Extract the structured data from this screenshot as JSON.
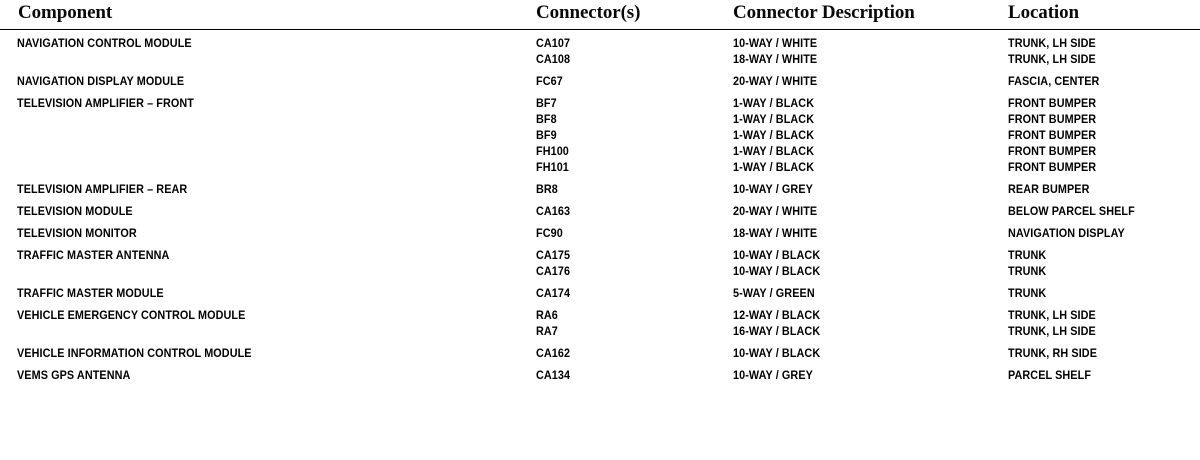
{
  "table": {
    "headers": {
      "component": "Component",
      "connector": "Connector(s)",
      "description": "Connector Description",
      "location": "Location"
    },
    "rows": [
      {
        "component": "NAVIGATION CONTROL MODULE",
        "connector": "CA107",
        "description": "10-WAY / WHITE",
        "location": "TRUNK, LH SIDE",
        "group_start": false
      },
      {
        "component": "",
        "connector": "CA108",
        "description": "18-WAY / WHITE",
        "location": "TRUNK, LH SIDE",
        "group_start": false
      },
      {
        "component": "NAVIGATION DISPLAY MODULE",
        "connector": "FC67",
        "description": "20-WAY / WHITE",
        "location": "FASCIA, CENTER",
        "group_start": true
      },
      {
        "component": "TELEVISION AMPLIFIER – FRONT",
        "connector": "BF7",
        "description": "1-WAY / BLACK",
        "location": "FRONT BUMPER",
        "group_start": true
      },
      {
        "component": "",
        "connector": "BF8",
        "description": "1-WAY / BLACK",
        "location": "FRONT BUMPER",
        "group_start": false
      },
      {
        "component": "",
        "connector": "BF9",
        "description": "1-WAY / BLACK",
        "location": "FRONT BUMPER",
        "group_start": false
      },
      {
        "component": "",
        "connector": "FH100",
        "description": "1-WAY / BLACK",
        "location": "FRONT BUMPER",
        "group_start": false
      },
      {
        "component": "",
        "connector": "FH101",
        "description": "1-WAY / BLACK",
        "location": "FRONT BUMPER",
        "group_start": false
      },
      {
        "component": "TELEVISION AMPLIFIER – REAR",
        "connector": "BR8",
        "description": "10-WAY / GREY",
        "location": "REAR BUMPER",
        "group_start": true
      },
      {
        "component": "TELEVISION MODULE",
        "connector": "CA163",
        "description": "20-WAY / WHITE",
        "location": "BELOW PARCEL SHELF",
        "group_start": true
      },
      {
        "component": "TELEVISION MONITOR",
        "connector": "FC90",
        "description": "18-WAY / WHITE",
        "location": "NAVIGATION DISPLAY",
        "group_start": true
      },
      {
        "component": "TRAFFIC MASTER ANTENNA",
        "connector": "CA175",
        "description": "10-WAY / BLACK",
        "location": "TRUNK",
        "group_start": true
      },
      {
        "component": "",
        "connector": "CA176",
        "description": "10-WAY / BLACK",
        "location": "TRUNK",
        "group_start": false
      },
      {
        "component": "TRAFFIC MASTER MODULE",
        "connector": "CA174",
        "description": "5-WAY / GREEN",
        "location": "TRUNK",
        "group_start": true
      },
      {
        "component": "VEHICLE EMERGENCY CONTROL MODULE",
        "connector": "RA6",
        "description": "12-WAY / BLACK",
        "location": "TRUNK, LH SIDE",
        "group_start": true
      },
      {
        "component": "",
        "connector": "RA7",
        "description": "16-WAY / BLACK",
        "location": "TRUNK, LH SIDE",
        "group_start": false
      },
      {
        "component": "VEHICLE INFORMATION CONTROL MODULE",
        "connector": "CA162",
        "description": "10-WAY / BLACK",
        "location": "TRUNK, RH SIDE",
        "group_start": true
      },
      {
        "component": "VEMS GPS ANTENNA",
        "connector": "CA134",
        "description": "10-WAY / GREY",
        "location": "PARCEL SHELF",
        "group_start": true
      }
    ]
  }
}
